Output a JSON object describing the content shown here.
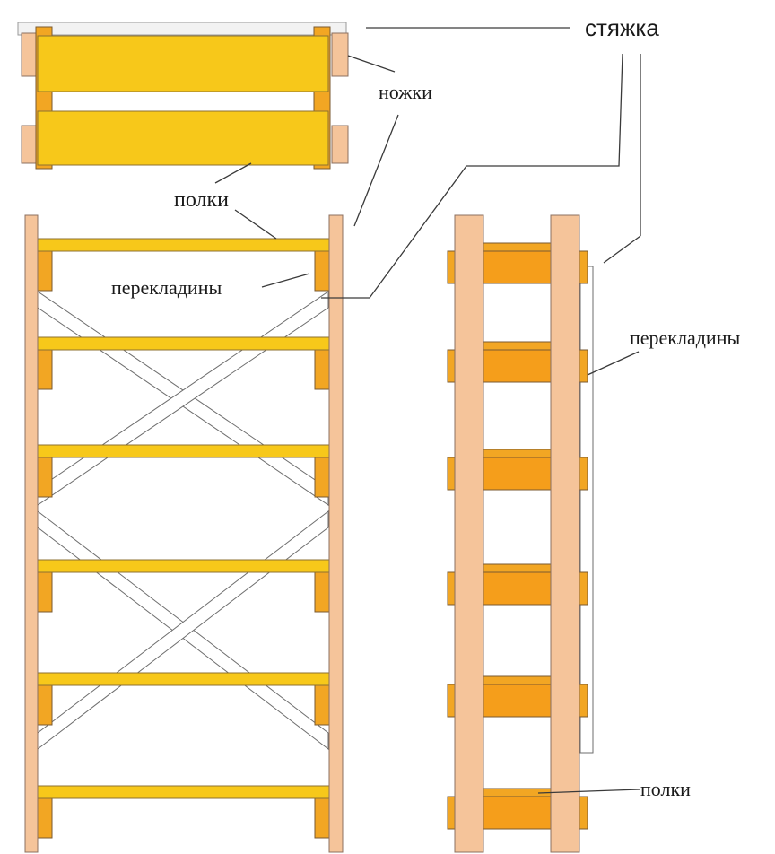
{
  "labels": {
    "tie": "стяжка",
    "legs": "ножки",
    "shelves_top": "полки",
    "crossbars_front": "перекладины",
    "crossbars_side": "перекладины",
    "shelves_side": "полки"
  },
  "colors": {
    "leg": "#F5C49A",
    "leg_stroke": "#8C7060",
    "shelf": "#F7C81A",
    "shelf_stroke": "#8C7030",
    "block": "#F2A623",
    "block_stroke": "#7A5A30",
    "crossbar_side": "#F59E1B",
    "brace": "#FFFFFF",
    "brace_stroke": "#6E6E6E",
    "leader": "#3A3A3A",
    "top_plate": "#F2F2F2"
  }
}
